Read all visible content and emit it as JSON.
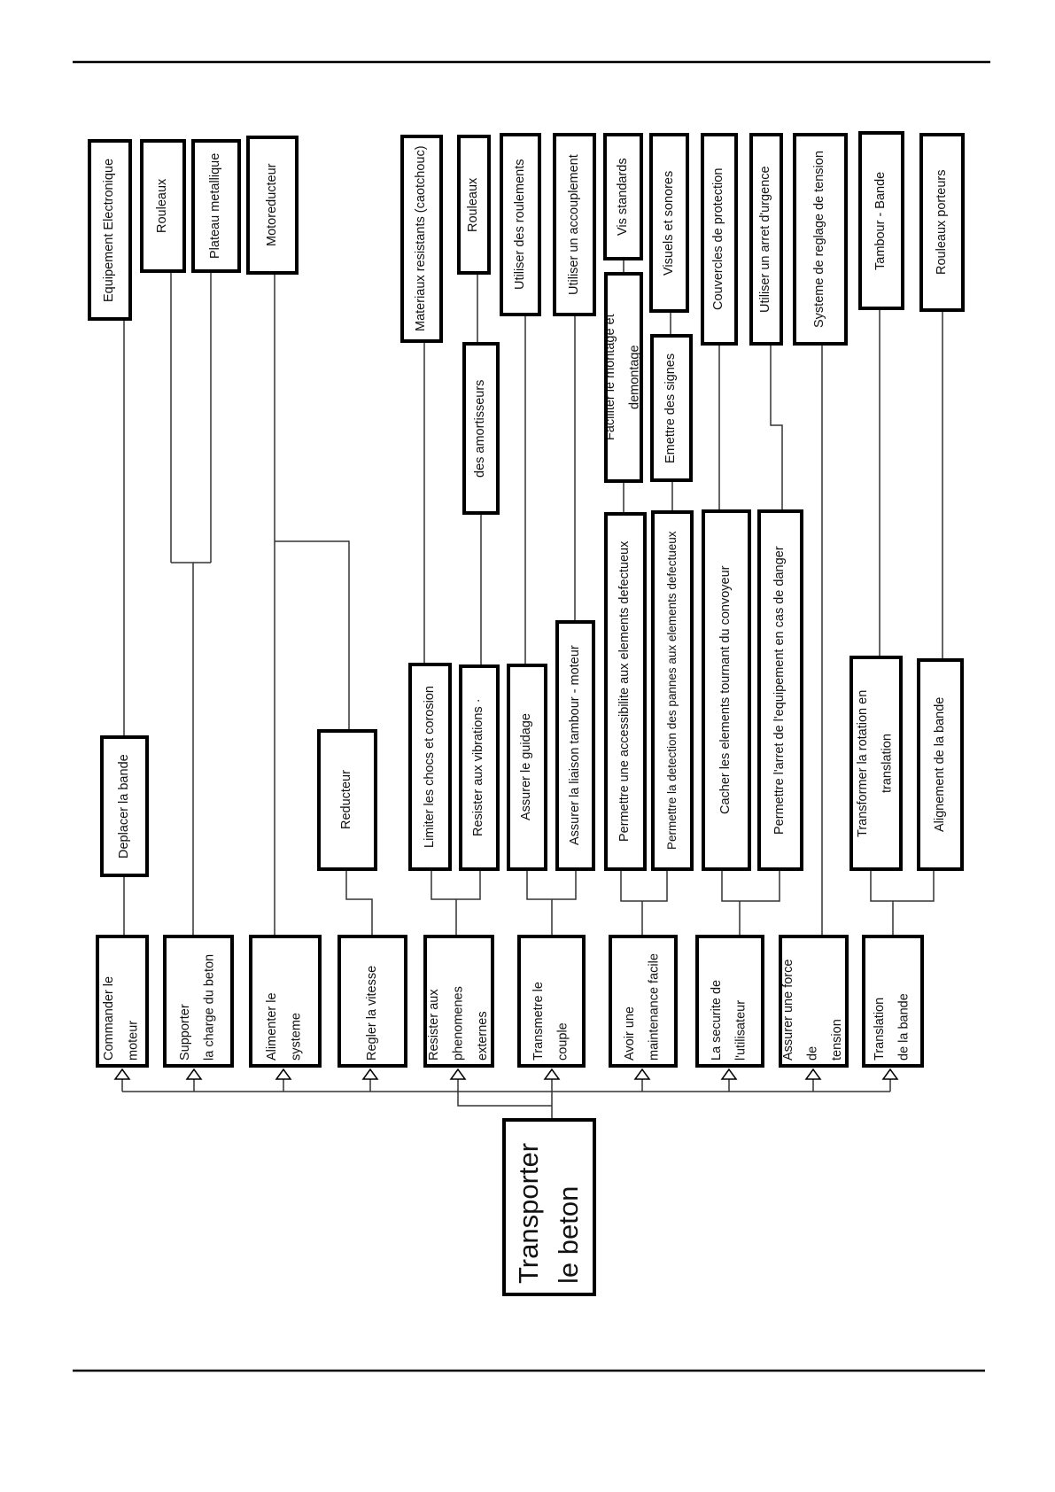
{
  "root": {
    "label": "Transporter\nle beton"
  },
  "functions": {
    "commander": "Commander le moteur",
    "supporter": "Supporter\nla charge du beton",
    "alimenter": "Alimenter le\nsysteme",
    "regler": "Regler la vitesse",
    "resister": "Resister aux\nphenomenes externes",
    "transmetre": "Transmetre le couple",
    "maintenance": "Avoir une\nmaintenance facile",
    "securite": "La securite de\nl'utilisateur",
    "force": "Assurer une force de\ntension",
    "translation": "Translation\nde la bande"
  },
  "subfunctions": {
    "deplacer": "Deplacer la bande",
    "reducteur": "Reducteur",
    "limiter": "Limiter les chocs et corosion",
    "vibrations": "Resister aux vibrations ·",
    "guidage": "Assurer le guidage",
    "liaison": "Assurer la liaison tambour - moteur",
    "accessibilite": "Permettre une accessibilite aux elements defectueux",
    "detection": "Permettre la detection des pannes aux elements defectueux",
    "cacher": "Cacher les elements tournant du convoyeur",
    "arret": "Permettre l'arret de l'equipement en cas de danger",
    "transformer": "Transformer la rotation en\ntranslation",
    "alignement": "Alignement de la bande"
  },
  "solutions": {
    "equipement": "Equipement Electronique",
    "rouleaux_1": "Rouleaux",
    "plateau": "Plateau metallique",
    "motoreducteur": "Motoreducteur",
    "materiaux": "Materiaux resistants (caotchouc)",
    "rouleaux_2": "Rouleaux",
    "amortisseurs": "des amortisseurs",
    "roulements": "Utiliser des roulements",
    "accouplement": "Utiliser un accouplement",
    "vis": "Vis standards",
    "faciliter": "Faciliter le montage et demontage",
    "visuels": "Visuels et sonores",
    "emettre": "Emettre des signes",
    "couvercles": "Couvercles de protection",
    "urgence": "Utiliser un arret d'urgence",
    "systeme_tension": "Systeme de reglage de tension",
    "tambour": "Tambour - Bande",
    "rouleaux_porteurs": "Rouleaux porteurs"
  }
}
